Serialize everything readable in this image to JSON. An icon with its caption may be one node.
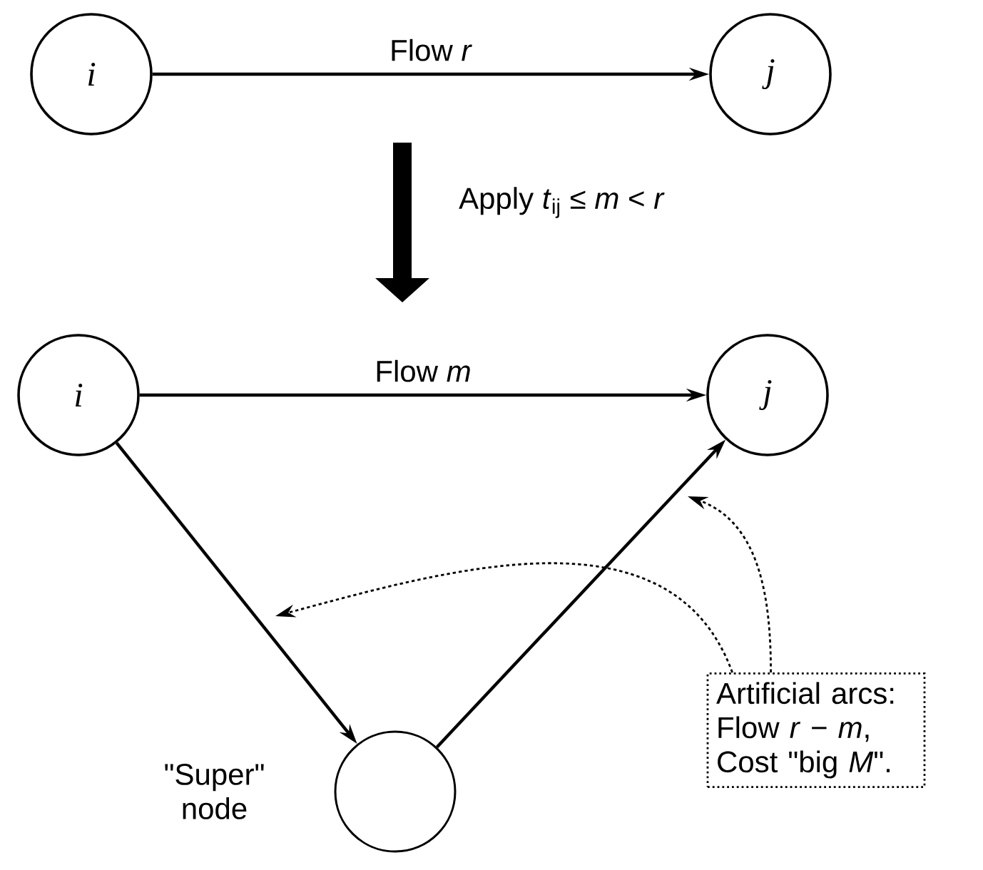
{
  "diagram": {
    "nodes": [
      {
        "text": [
          "i"
        ]
      },
      {
        "text": [
          "j"
        ]
      },
      {
        "text": [
          "i"
        ]
      },
      {
        "text": [
          "j"
        ]
      },
      {
        "text": [],
        "shape": "circle",
        "beside": [
          "\"Super\" node"
        ]
      },
      {
        "text": [
          "Artificial arcs: Flow *r* − *m*, Cost \"big *M*\"."
        ]
      }
    ],
    "edges": [
      {
        "from": 0,
        "to": 1,
        "arrow": "to",
        "label": "Flow *r*"
      },
      {
        "from": 2,
        "to": 3,
        "arrow": "to",
        "label": "Flow *m*"
      },
      {
        "from": 2,
        "to": 4,
        "arrow": "to"
      },
      {
        "from": 4,
        "to": 3,
        "arrow": "to"
      },
      {
        "from": 5,
        "to": null,
        "arrow": "to",
        "style": "dashed"
      },
      {
        "from": 5,
        "to": null,
        "arrow": "to",
        "style": "dashed"
      }
    ],
    "labels": [
      "Apply *t*$_{ij}$ ≤ *m* < *r*"
    ]
  }
}
